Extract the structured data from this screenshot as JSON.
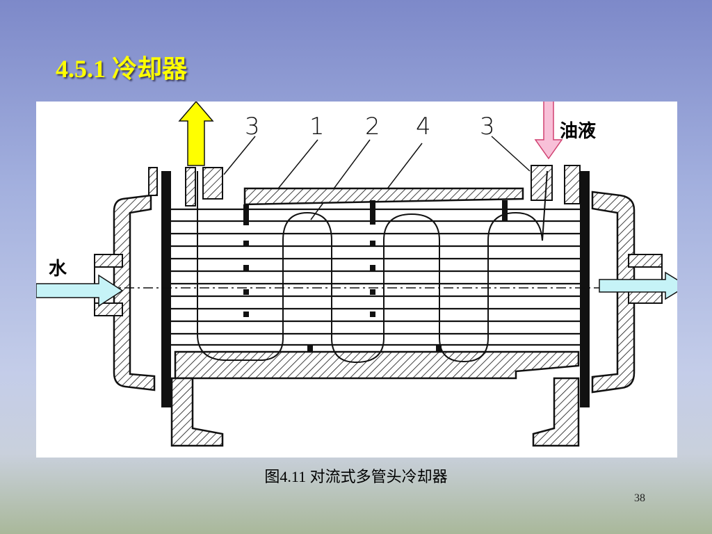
{
  "slide": {
    "title": "4.5.1 冷却器",
    "caption": "图4.11 对流式多管头冷却器",
    "page_number": "38"
  },
  "diagram": {
    "part_labels": [
      "3",
      "1",
      "2",
      "4",
      "3"
    ],
    "water_label": "水",
    "oil_label": "油液",
    "colors": {
      "water_arrow": "#c6f3f7",
      "oil_arrow": "#f8c0d8",
      "out_arrow": "#ffff00",
      "line": "#111111"
    }
  }
}
